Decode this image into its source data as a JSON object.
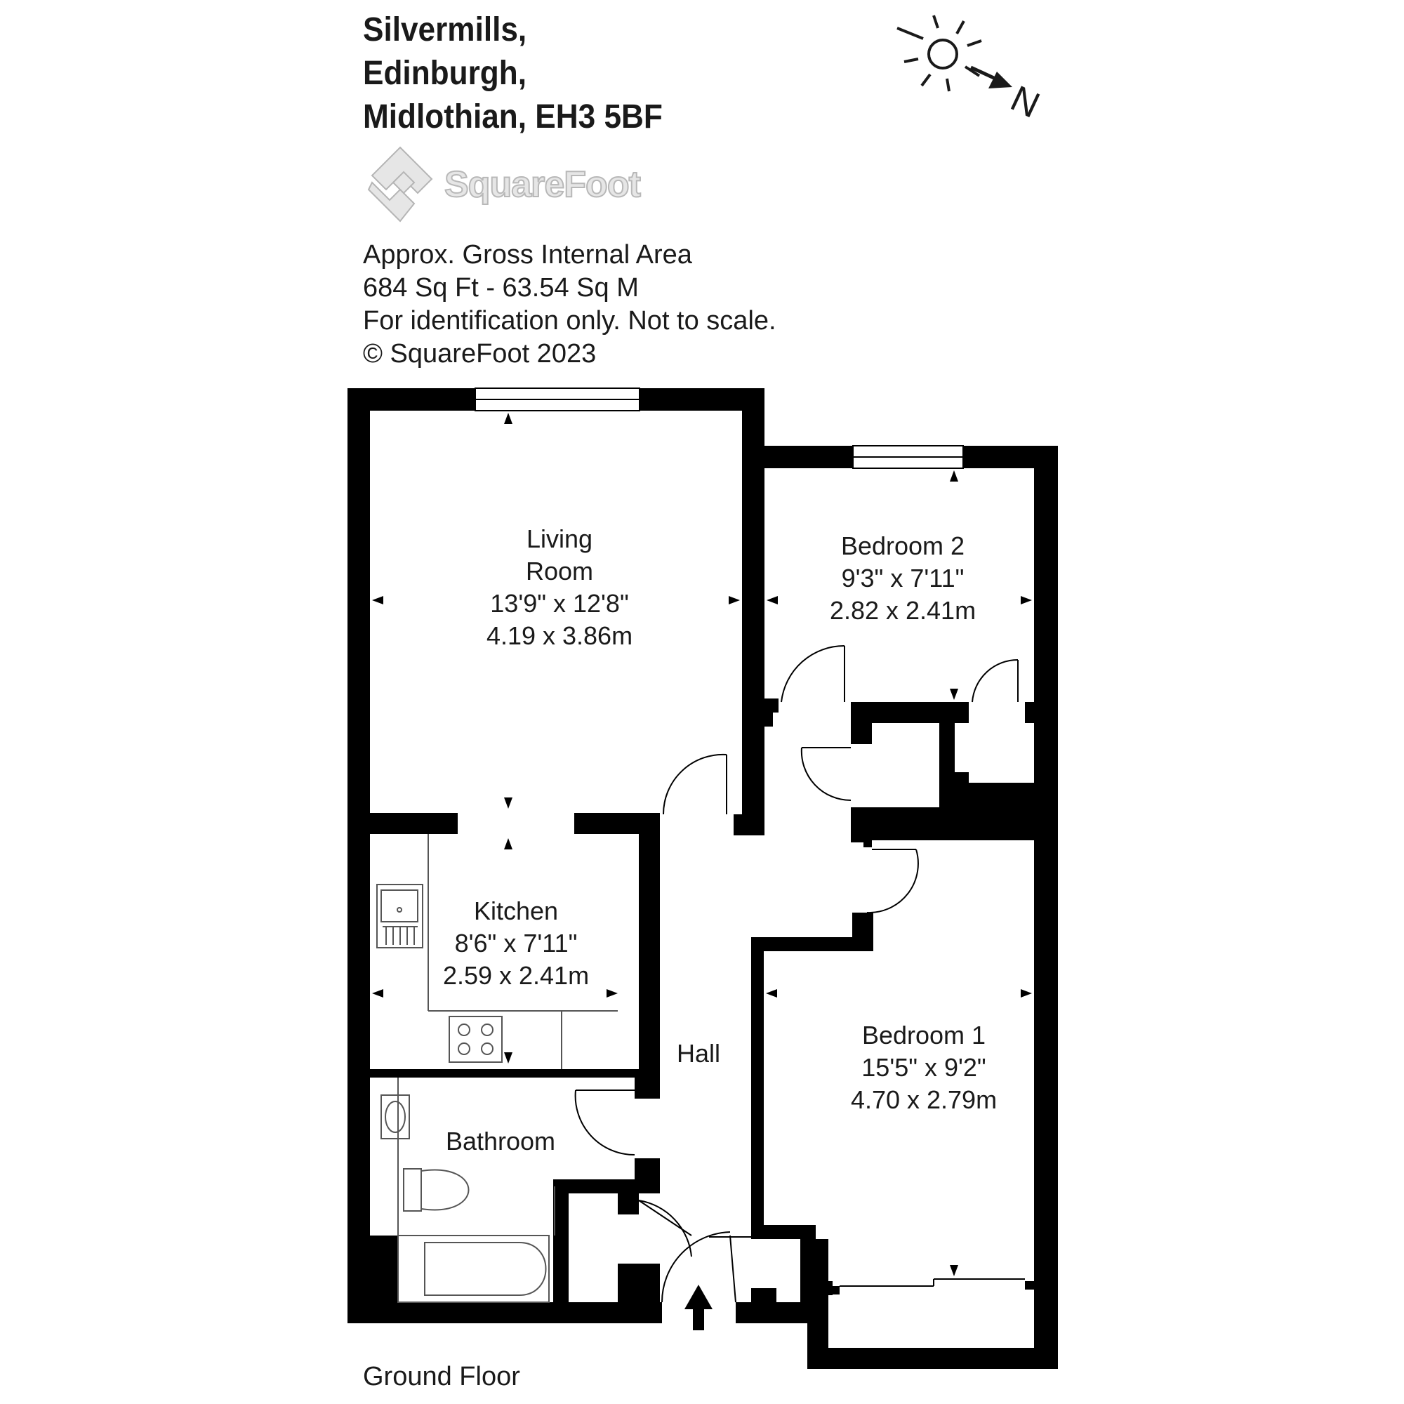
{
  "address": {
    "line1": "Silvermills,",
    "line2": "Edinburgh,",
    "line3": "Midlothian, EH3 5BF"
  },
  "logo": {
    "name": "SquareFoot",
    "icon": "squarefoot-logo-icon"
  },
  "area_info": {
    "line1": "Approx. Gross Internal Area",
    "line2": "684 Sq Ft  -  63.54 Sq M",
    "line3": "For identification only. Not to scale.",
    "line4": "© SquareFoot 2023"
  },
  "compass": {
    "icon": "sun-icon",
    "label": "N"
  },
  "rooms": {
    "living": {
      "name1": "Living",
      "name2": "Room",
      "imperial": "13'9\" x 12'8\"",
      "metric": "4.19 x 3.86m"
    },
    "bedroom2": {
      "name": "Bedroom 2",
      "imperial": "9'3\" x 7'11\"",
      "metric": "2.82 x 2.41m"
    },
    "kitchen": {
      "name": "Kitchen",
      "imperial": "8'6\" x 7'11\"",
      "metric": "2.59 x 2.41m"
    },
    "hall": {
      "name": "Hall"
    },
    "bathroom": {
      "name": "Bathroom"
    },
    "bedroom1": {
      "name": "Bedroom 1",
      "imperial": "15'5\" x 9'2\"",
      "metric": "4.70 x 2.79m"
    }
  },
  "floor": "Ground Floor",
  "colors": {
    "wall": "#000000",
    "text": "#1a1a1a",
    "logo": "#d0d0d0"
  }
}
